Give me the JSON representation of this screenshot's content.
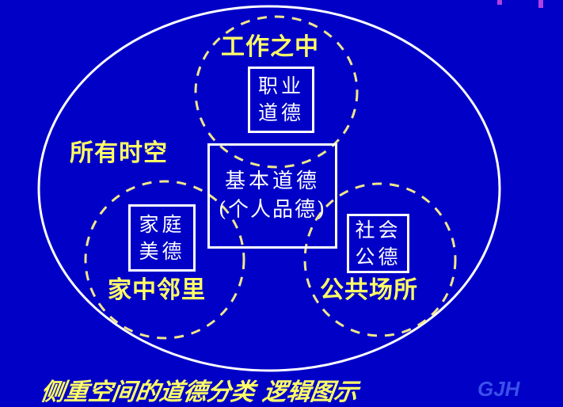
{
  "colors": {
    "background": "#0000C6",
    "outer_ellipse": "#FFFFFF",
    "dashed_circles": "#F0E68C",
    "label_text": "#FFFF66",
    "box_text": "#FFFFFF",
    "signature": "#3A4FE8"
  },
  "outer": {
    "label": "所有时空"
  },
  "center": {
    "line1": "基本道德",
    "line2": "(个人品德)"
  },
  "circles": [
    {
      "id": "work",
      "label": "工作之中",
      "box_line1": "职业",
      "box_line2": "道德"
    },
    {
      "id": "home",
      "label": "家中邻里",
      "box_line1": "家庭",
      "box_line2": "美德"
    },
    {
      "id": "public",
      "label": "公共场所",
      "box_line1": "社会",
      "box_line2": "公德"
    }
  ],
  "caption": "侧重空间的道德分类 逻辑图示",
  "signature": "GJH"
}
